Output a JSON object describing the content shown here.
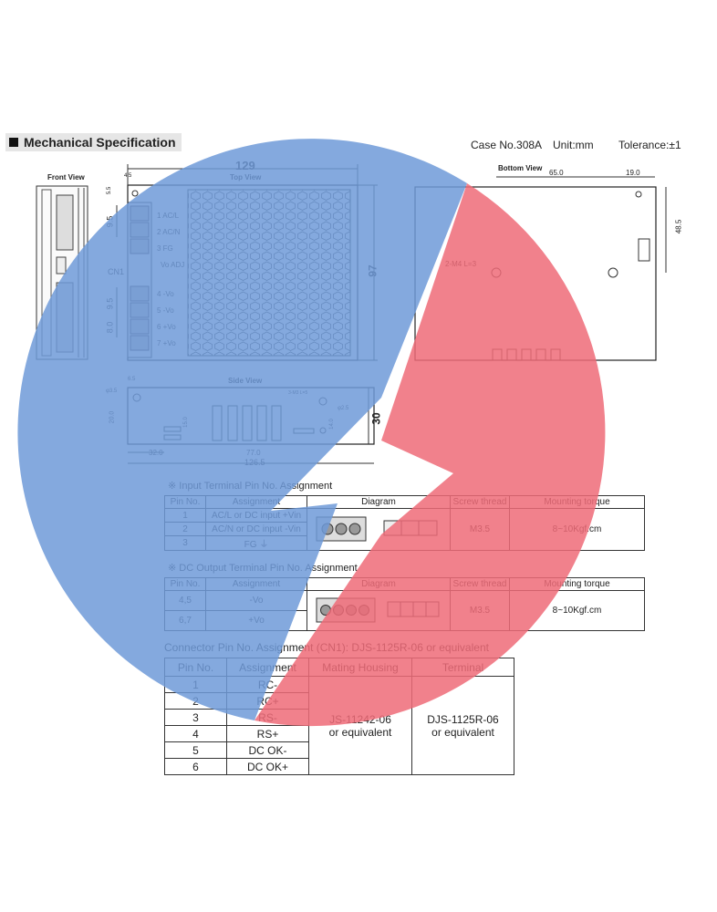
{
  "header": {
    "title": "Mechanical Specification",
    "case": "Case No.308A",
    "unit": "Unit:mm",
    "tolerance": "Tolerance:±1"
  },
  "views": {
    "front": "Front View",
    "top": "Top View",
    "bottom": "Bottom View",
    "side": "Side View"
  },
  "dims": {
    "top_width": "129",
    "top_height": "97",
    "d_4_5": "4.5",
    "d_5_5": "5.5",
    "d_9_5a": "9.5",
    "d_9_5b": "9.5",
    "d_8_0": "8.0",
    "cn1": "CN1",
    "bottom_65": "65.0",
    "bottom_19": "19.0",
    "bottom_48": "48.5",
    "m4": "2-M4 L=3",
    "side_30": "30",
    "side_32": "32.0",
    "side_77": "77.0",
    "side_126": "126.5",
    "side_20": "20.0",
    "side_6_5": "6.5",
    "side_3_5": "φ3.5",
    "side_m3": "3-M3 L=5",
    "side_15": "15.0",
    "side_14": "14.0",
    "side_62": "φ2.5"
  },
  "terminals": [
    "1 AC/L",
    "2 AC/N",
    "3 FG",
    "Vo ADJ",
    "4 -Vo",
    "5 -Vo",
    "6 +Vo",
    "7 +Vo"
  ],
  "input_table": {
    "title": "※ Input Terminal Pin No.  Assignment",
    "headers": [
      "Pin No.",
      "Assignment",
      "Diagram",
      "Screw thread",
      "Mounting torque"
    ],
    "rows": [
      {
        "pin": "1",
        "assign": "AC/L or DC input  +Vin"
      },
      {
        "pin": "2",
        "assign": "AC/N or DC input -Vin"
      },
      {
        "pin": "3",
        "assign": "FG ⏚"
      }
    ],
    "screw": "M3.5",
    "torque": "8~10Kgf.cm"
  },
  "output_table": {
    "title": "※ DC Output Terminal Pin No.  Assignment",
    "headers": [
      "Pin No.",
      "Assignment",
      "Diagram",
      "Screw thread",
      "Mounting torque"
    ],
    "rows": [
      {
        "pin": "4,5",
        "assign": "-Vo"
      },
      {
        "pin": "6,7",
        "assign": "+Vo"
      }
    ],
    "screw": "M3.5",
    "torque": "8~10Kgf.cm"
  },
  "connector_table": {
    "title": "Connector Pin No. Assignment (CN1): DJS-1125R-06 or equivalent",
    "headers": [
      "Pin No.",
      "Assignment",
      "Mating Housing",
      "Terminal"
    ],
    "rows": [
      {
        "pin": "1",
        "assign": "RC-"
      },
      {
        "pin": "2",
        "assign": "RC+"
      },
      {
        "pin": "3",
        "assign": "RS-"
      },
      {
        "pin": "4",
        "assign": "RS+"
      },
      {
        "pin": "5",
        "assign": "DC OK-"
      },
      {
        "pin": "6",
        "assign": "DC OK+"
      }
    ],
    "housing": "JS-11242-06\nor equivalent",
    "housing_l1": "JS-11242-06",
    "housing_l2": "or equivalent",
    "terminal_l1": "DJS-1125R-06",
    "terminal_l2": "or equivalent"
  },
  "overlay": {
    "blue": "#6f9ad8",
    "red": "#ee6b78"
  }
}
